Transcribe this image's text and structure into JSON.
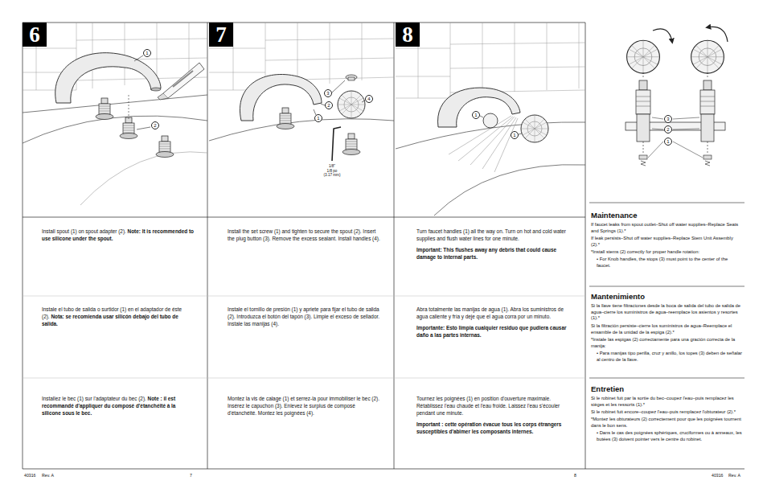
{
  "diagram": {
    "nodes": [
      {
        "text": [
          "6"
        ]
      },
      {
        "text": [
          "7"
        ]
      },
      {
        "text": [
          "8"
        ]
      },
      {
        "text": [
          "1"
        ]
      },
      {
        "text": [
          "2"
        ]
      },
      {
        "text": [
          "3"
        ]
      },
      {
        "text": [
          "2"
        ]
      },
      {
        "text": [
          "1"
        ]
      },
      {
        "text": [
          "4"
        ]
      },
      {
        "text": [
          "1"
        ]
      },
      {
        "text": [
          "1"
        ]
      },
      {
        "text": [
          "3"
        ]
      },
      {
        "text": [
          "2"
        ]
      },
      {
        "text": [
          "1"
        ]
      }
    ],
    "labels": [
      "1/8\"",
      "1/8 po",
      "(3.17 mm)",
      "Install spout (1) on spout adapter (2).",
      "Note: It is recommended to use silicone under the spout.",
      "Instale el tubo de salida o surtidor (1) en el adaptador de éste (2).",
      "Nota: se recomienda usar silicón debajo del tubo de salida.",
      "Installez le bec (1) sur l'adaptateur du bec (2).",
      "Note : il est recommandé d'appliquer du composé d'étanchéité à la silicone sous le bec.",
      "Install the set screw (1) and tighten to secure the spout (2). Insert the plug button (3). Remove the excess sealant. Install handles (4).",
      "Instale el tornillo de presión (1) y apriete para fijar el tubo de salida (2). Introduzca el botón del tapón (3). Limpie el exceso de sellador. Instale las manijas (4).",
      "Montez la vis de calage (1) et serrez-la pour immobiliser le bec (2). Insérez le capuchon (3). Enlevez le surplus de composé d'étanchéité. Montez les poignées (4).",
      "Turn faucet handles (1) all the way on. Turn on hot and cold water supplies and flush water lines for one minute.",
      "Important: This flushes away any debris that could cause damage to internal parts.",
      "Abra totalmente las manijas de agua (1). Abra los suministros de agua caliente y fría y deje que el agua corra por un minuto.",
      "Importante: Esto limpia cualquier residuo que pudiera causar daño a las partes internas.",
      "Tournez les poignées (1) en position d'ouverture maximale. Rétablissez l'eau chaude et l'eau froide. Laissez l'eau s'écouler pendant une minute.",
      "Important : cette opération évacue tous les corps étrangers susceptibles d'abîmer les composants internes.",
      "Maintenance",
      "If faucet leaks from spout outlet–Shut off water supplies–Replace Seats and Springs (1).*",
      "If leak persists–Shut off water supplies–Replace Stem Unit Assembly (2).*",
      "*Install stems (2) correctly for proper handle rotation:",
      "• For Knob handles, the stops (3) must point to the center of the faucet.",
      "Mantenimiento",
      "Si la llave tiene filtraciones desde la boca de salida del tubo de salida de agua–cierre los suministros de agua–reemplace los asientos y resortes (1).*",
      "Si la filtración persiste–cierre los suministros de agua–Reemplace el ensamble de la unidad de la espiga (2).*",
      "*Instale las espigas (2) correctamente para una gración correcta de la manija:",
      "• Para manijas tipo perilla, cruz y anillo, los topes (3) deben de señalar al centro de la llave.",
      "Entretien",
      "Si le robinet fuit par la sortie du bec–coupez l'eau–puis remplacez les sièges et les ressorts (1).*",
      "Si le robinet fuit encore–coupez l'eau–puis remplacez l'obturateur (2).*",
      "*Montez les obturateurs (2) correctement pour que les poignées tournent dans le bon sens.",
      "• Dans le cas des poignées sphériques, cruciformes ou à anneaux, les butées (3) doivent pointer vers le centre du robinet.",
      "40316",
      "Rev. A",
      "7",
      "8",
      "40316",
      "Rev. A"
    ]
  }
}
